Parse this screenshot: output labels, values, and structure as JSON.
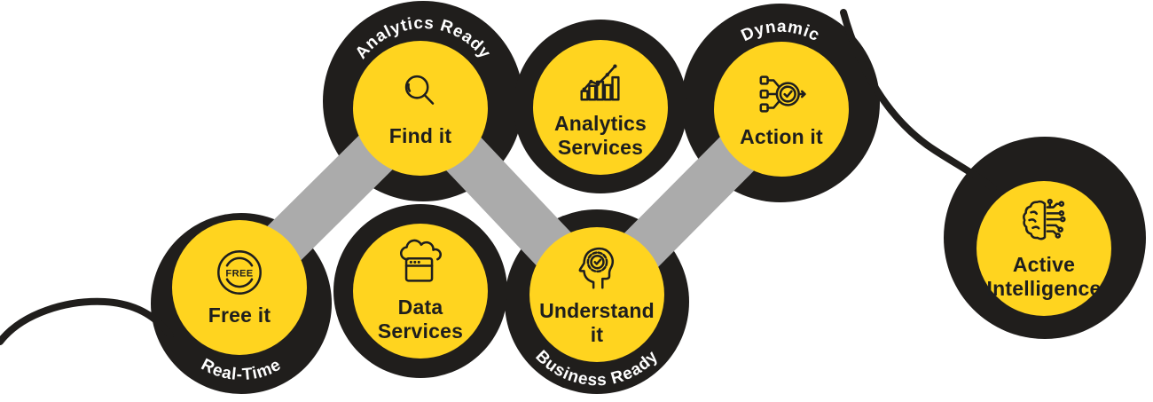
{
  "colors": {
    "yellow": "#FFD41F",
    "black": "#201E1C",
    "gray": "#ABABAB",
    "label": "#1E1E1E",
    "ring_text": "#FFFFFF"
  },
  "nodes": [
    {
      "id": "free-it",
      "label": "Free it",
      "icon": "free-stamp-icon",
      "icon_text": "FREE",
      "ring_label": "Real-Time"
    },
    {
      "id": "find-it",
      "label": "Find it",
      "icon": "magnifier-icon",
      "ring_label": "Analytics Ready"
    },
    {
      "id": "data-services",
      "label": "Data Services",
      "icon": "cloud-window-icon",
      "ring_label": ""
    },
    {
      "id": "analytics-services",
      "label": "Analytics Services",
      "icon": "bar-chart-trend-icon",
      "ring_label": ""
    },
    {
      "id": "understand-it",
      "label": "Understand it",
      "icon": "head-gear-icon",
      "ring_label": "Business Ready"
    },
    {
      "id": "action-it",
      "label": "Action it",
      "icon": "workflow-check-icon",
      "ring_label": "Dynamic"
    },
    {
      "id": "active-intelligence",
      "label": "Active Intelligence",
      "icon": "brain-circuit-icon",
      "ring_label": ""
    }
  ],
  "connections": [
    {
      "from": "free-it",
      "to": "find-it",
      "style": "gray-band"
    },
    {
      "from": "find-it",
      "to": "understand-it",
      "style": "gray-band"
    },
    {
      "from": "understand-it",
      "to": "action-it",
      "style": "gray-band"
    },
    {
      "from": "left-edge",
      "to": "free-it",
      "style": "black-curve"
    },
    {
      "from": "action-it",
      "to": "active-intelligence",
      "style": "black-curve"
    }
  ]
}
